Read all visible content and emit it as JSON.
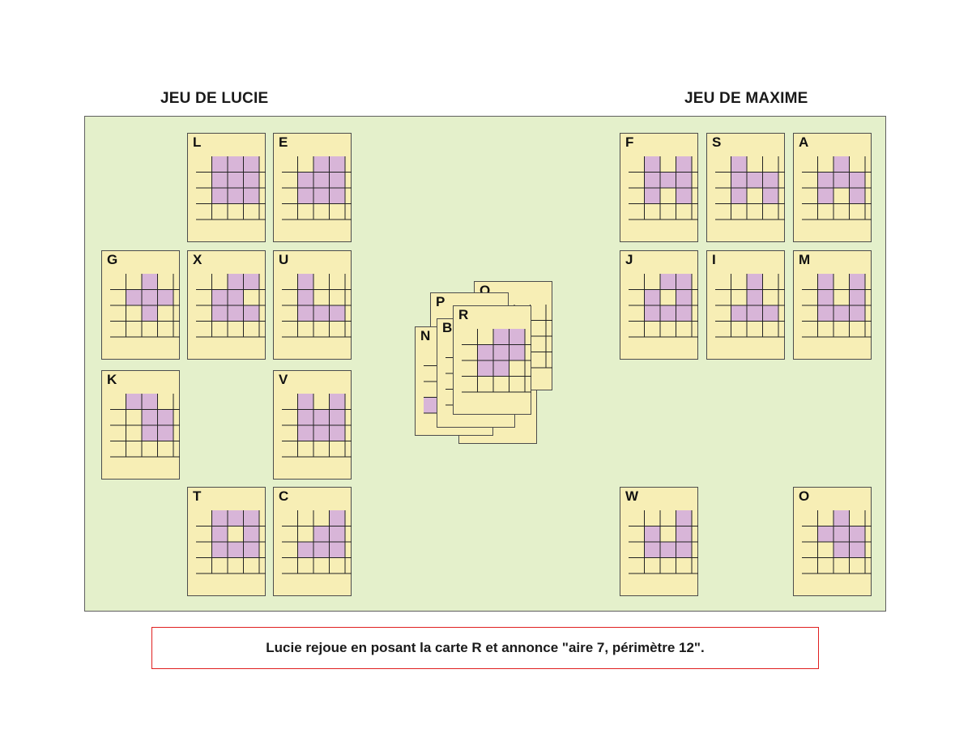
{
  "players": {
    "left": "JEU DE LUCIE",
    "right": "JEU DE MAXIME"
  },
  "colors": {
    "board": "#e4f0cb",
    "card": "#f7eeb5",
    "cell_fill": "#d8b5d8",
    "message_border": "#e02020"
  },
  "grid_size": [
    4,
    4
  ],
  "cards": [
    {
      "letter": "L",
      "owner": "Lucie",
      "cells": [
        [
          0,
          1
        ],
        [
          0,
          2
        ],
        [
          0,
          3
        ],
        [
          1,
          1
        ],
        [
          1,
          2
        ],
        [
          1,
          3
        ],
        [
          2,
          1
        ],
        [
          2,
          2
        ],
        [
          2,
          3
        ]
      ]
    },
    {
      "letter": "E",
      "owner": "Lucie",
      "cells": [
        [
          0,
          2
        ],
        [
          0,
          3
        ],
        [
          1,
          1
        ],
        [
          1,
          2
        ],
        [
          1,
          3
        ],
        [
          2,
          1
        ],
        [
          2,
          2
        ],
        [
          2,
          3
        ]
      ]
    },
    {
      "letter": "G",
      "owner": "Lucie",
      "cells": [
        [
          0,
          2
        ],
        [
          1,
          1
        ],
        [
          1,
          2
        ],
        [
          1,
          3
        ],
        [
          2,
          2
        ]
      ]
    },
    {
      "letter": "X",
      "owner": "Lucie",
      "cells": [
        [
          0,
          2
        ],
        [
          0,
          3
        ],
        [
          1,
          1
        ],
        [
          1,
          2
        ],
        [
          2,
          1
        ],
        [
          2,
          2
        ],
        [
          2,
          3
        ]
      ]
    },
    {
      "letter": "U",
      "owner": "Lucie",
      "cells": [
        [
          0,
          1
        ],
        [
          1,
          1
        ],
        [
          2,
          1
        ],
        [
          2,
          2
        ],
        [
          2,
          3
        ]
      ]
    },
    {
      "letter": "K",
      "owner": "Lucie",
      "cells": [
        [
          0,
          1
        ],
        [
          0,
          2
        ],
        [
          1,
          2
        ],
        [
          1,
          3
        ],
        [
          2,
          2
        ],
        [
          2,
          3
        ]
      ]
    },
    {
      "letter": "V",
      "owner": "Lucie",
      "cells": [
        [
          0,
          1
        ],
        [
          0,
          3
        ],
        [
          1,
          1
        ],
        [
          1,
          2
        ],
        [
          1,
          3
        ],
        [
          2,
          1
        ],
        [
          2,
          2
        ],
        [
          2,
          3
        ]
      ]
    },
    {
      "letter": "T",
      "owner": "Lucie",
      "cells": [
        [
          0,
          1
        ],
        [
          0,
          2
        ],
        [
          0,
          3
        ],
        [
          1,
          1
        ],
        [
          1,
          3
        ],
        [
          2,
          1
        ],
        [
          2,
          2
        ],
        [
          2,
          3
        ]
      ]
    },
    {
      "letter": "C",
      "owner": "Lucie",
      "cells": [
        [
          0,
          3
        ],
        [
          1,
          2
        ],
        [
          1,
          3
        ],
        [
          2,
          1
        ],
        [
          2,
          2
        ],
        [
          2,
          3
        ]
      ]
    },
    {
      "letter": "F",
      "owner": "Maxime",
      "cells": [
        [
          0,
          1
        ],
        [
          0,
          3
        ],
        [
          1,
          1
        ],
        [
          1,
          2
        ],
        [
          1,
          3
        ],
        [
          2,
          1
        ],
        [
          2,
          3
        ]
      ]
    },
    {
      "letter": "S",
      "owner": "Maxime",
      "cells": [
        [
          0,
          1
        ],
        [
          1,
          1
        ],
        [
          1,
          2
        ],
        [
          1,
          3
        ],
        [
          2,
          1
        ],
        [
          2,
          3
        ]
      ]
    },
    {
      "letter": "A",
      "owner": "Maxime",
      "cells": [
        [
          0,
          2
        ],
        [
          1,
          1
        ],
        [
          1,
          2
        ],
        [
          1,
          3
        ],
        [
          2,
          1
        ],
        [
          2,
          3
        ]
      ]
    },
    {
      "letter": "J",
      "owner": "Maxime",
      "cells": [
        [
          0,
          2
        ],
        [
          0,
          3
        ],
        [
          1,
          1
        ],
        [
          1,
          3
        ],
        [
          2,
          1
        ],
        [
          2,
          2
        ],
        [
          2,
          3
        ]
      ]
    },
    {
      "letter": "I",
      "owner": "Maxime",
      "cells": [
        [
          0,
          2
        ],
        [
          1,
          2
        ],
        [
          2,
          1
        ],
        [
          2,
          2
        ],
        [
          2,
          3
        ]
      ]
    },
    {
      "letter": "M",
      "owner": "Maxime",
      "cells": [
        [
          0,
          1
        ],
        [
          0,
          3
        ],
        [
          1,
          1
        ],
        [
          1,
          3
        ],
        [
          2,
          1
        ],
        [
          2,
          2
        ],
        [
          2,
          3
        ]
      ]
    },
    {
      "letter": "W",
      "owner": "Maxime",
      "cells": [
        [
          0,
          3
        ],
        [
          1,
          1
        ],
        [
          1,
          3
        ],
        [
          2,
          1
        ],
        [
          2,
          2
        ],
        [
          2,
          3
        ]
      ]
    },
    {
      "letter": "O",
      "owner": "Maxime",
      "cells": [
        [
          0,
          2
        ],
        [
          1,
          1
        ],
        [
          1,
          2
        ],
        [
          1,
          3
        ],
        [
          2,
          2
        ],
        [
          2,
          3
        ]
      ]
    }
  ],
  "pile": [
    {
      "letter": "N",
      "cells": [
        [
          3,
          0
        ]
      ]
    },
    {
      "letter": "P",
      "cells": []
    },
    {
      "letter": "Q",
      "cells": []
    },
    {
      "letter": "B",
      "cells": []
    },
    {
      "letter": "R",
      "cells": [
        [
          0,
          2
        ],
        [
          0,
          3
        ],
        [
          1,
          1
        ],
        [
          1,
          2
        ],
        [
          1,
          3
        ],
        [
          2,
          1
        ],
        [
          2,
          2
        ]
      ]
    }
  ],
  "message": "Lucie rejoue en posant la carte R et annonce \"aire 7, périmètre 12\"."
}
